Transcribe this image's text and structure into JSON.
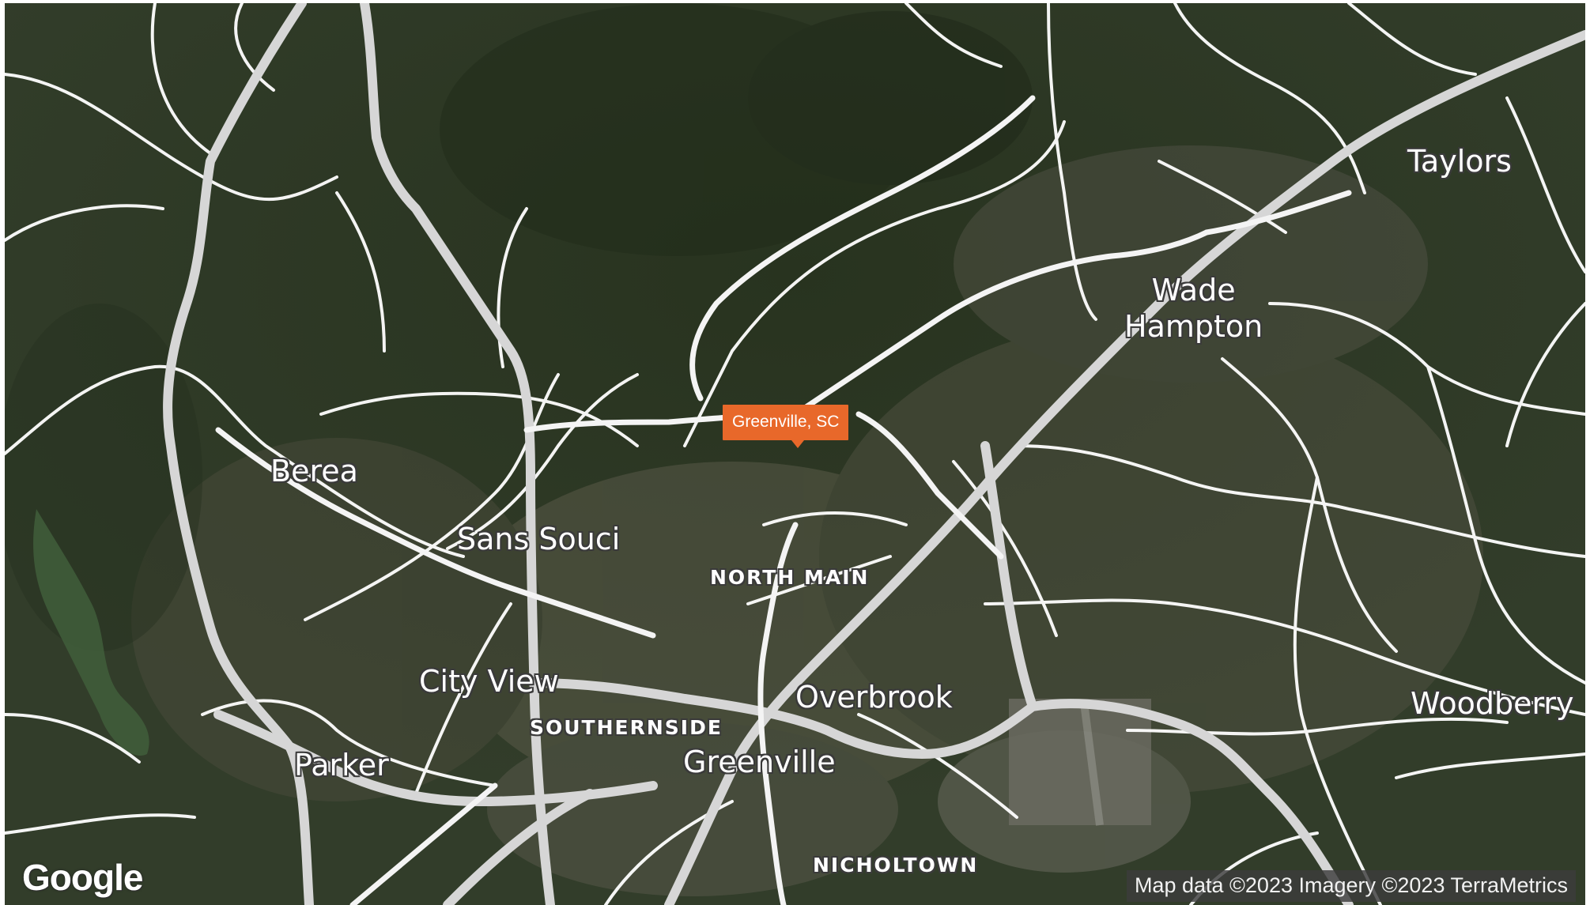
{
  "map": {
    "type": "satellite",
    "center_pin_label": "Greenville, SC",
    "pin_color": "#e8682a",
    "road_color": "#ffffff",
    "highway_color": "#d9d9d9",
    "places": [
      {
        "id": "taylors",
        "label": "Taylors"
      },
      {
        "id": "wade-hampton",
        "label": "Wade\nHampton"
      },
      {
        "id": "berea",
        "label": "Berea"
      },
      {
        "id": "sans-souci",
        "label": "Sans Souci"
      },
      {
        "id": "city-view",
        "label": "City View"
      },
      {
        "id": "parker",
        "label": "Parker"
      },
      {
        "id": "overbrook",
        "label": "Overbrook"
      },
      {
        "id": "greenville",
        "label": "Greenville"
      },
      {
        "id": "woodberry",
        "label": "Woodberry"
      }
    ],
    "neighborhoods": [
      {
        "id": "north-main",
        "label": "NORTH MAIN"
      },
      {
        "id": "southernside",
        "label": "SOUTHERNSIDE"
      },
      {
        "id": "nicholtown",
        "label": "NICHOLTOWN"
      }
    ],
    "logo_text": "Google",
    "attribution": "Map data ©2023 Imagery ©2023 TerraMetrics"
  }
}
